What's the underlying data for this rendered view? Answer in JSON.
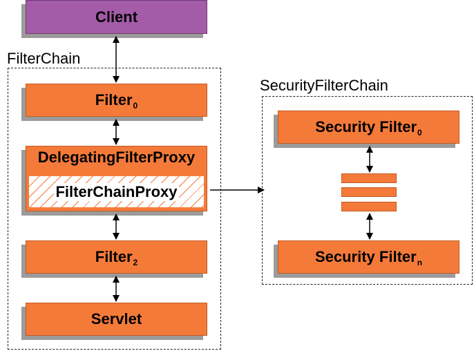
{
  "client": {
    "label": "Client"
  },
  "filter_chain": {
    "title": "FilterChain",
    "filter0": {
      "label": "Filter",
      "subscript": "0"
    },
    "delegating": {
      "label": "DelegatingFilterProxy",
      "inner": "FilterChainProxy"
    },
    "filter2": {
      "label": "Filter",
      "subscript": "2"
    },
    "servlet": {
      "label": "Servlet"
    }
  },
  "security_chain": {
    "title": "SecurityFilterChain",
    "first": {
      "label": "Security Filter",
      "subscript": "0"
    },
    "last": {
      "label": "Security Filter",
      "subscript": "n"
    }
  },
  "colors": {
    "orange": "#f47a3a",
    "purple": "#a45ba8",
    "shadow": "#9b9b9b"
  }
}
